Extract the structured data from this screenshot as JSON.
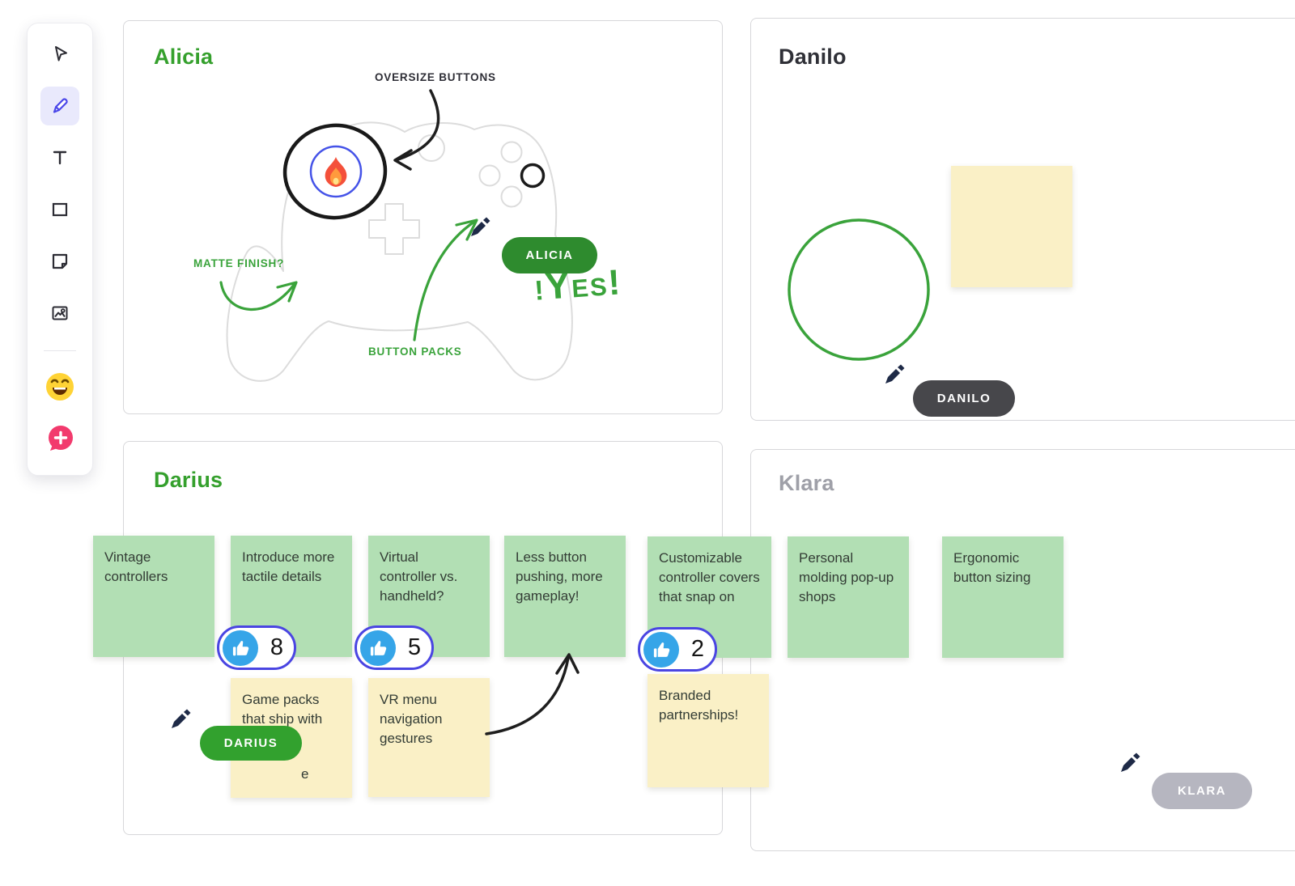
{
  "toolbar": {
    "tools": [
      {
        "name": "select",
        "label": "Select tool"
      },
      {
        "name": "pen",
        "label": "Pen tool",
        "active": true
      },
      {
        "name": "text",
        "label": "Text tool"
      },
      {
        "name": "rectangle",
        "label": "Shape tool"
      },
      {
        "name": "sticky-note",
        "label": "Sticky note tool"
      },
      {
        "name": "image",
        "label": "Image tool"
      },
      {
        "name": "emoji",
        "label": "Emoji reaction tool"
      },
      {
        "name": "comment",
        "label": "Add comment tool"
      }
    ]
  },
  "frames": {
    "alicia": {
      "title": "Alicia",
      "cursor_badge": "ALICIA",
      "annotations": {
        "oversize": "OVERSIZE BUTTONS",
        "matte": "MATTE FINISH?",
        "button_packs": "BUTTON PACKS"
      },
      "yes_parts": {
        "p1": "!",
        "p2": "Y",
        "p3": "ES",
        "p4": "!"
      }
    },
    "danilo": {
      "title": "Danilo",
      "cursor_badge": "DANILO"
    },
    "darius": {
      "title": "Darius",
      "cursor_badge": "DARIUS",
      "green_notes": [
        {
          "text": "Vintage controllers"
        },
        {
          "text": "Introduce more tactile details",
          "votes": "8"
        },
        {
          "text": "Virtual controller vs. handheld?",
          "votes": "5"
        },
        {
          "text": "Less button pushing, more gameplay!"
        },
        {
          "text": "Customizable controller covers that snap on",
          "votes": "2"
        }
      ],
      "yellow_notes": [
        {
          "text": "Game packs that ship with",
          "partial": "e"
        },
        {
          "text": "VR menu navigation gestures"
        },
        {
          "text": "Branded partnerships!"
        }
      ]
    },
    "klara": {
      "title": "Klara",
      "cursor_badge": "KLARA",
      "green_notes": [
        {
          "text": "Personal molding pop-up shops"
        },
        {
          "text": "Ergonomic button sizing"
        }
      ]
    }
  },
  "colors": {
    "title_green": "#35a02d",
    "annotation_green": "#3aa33b",
    "badge_alicia": "#2e8b2e",
    "badge_darius": "#32a12e",
    "badge_danilo": "#47474b",
    "badge_klara": "#b6b6c0",
    "note_green": "#b2dfb4",
    "note_yellow": "#faf0c6",
    "vote_border": "#4a45e2",
    "vote_blue": "#36a5e8",
    "pen_accent": "#4b47e9",
    "comment_pink": "#f23a6d",
    "ink_black": "#1e1e1e",
    "pencil_navy": "#1e2a47",
    "sketch_gray": "#dcdcdc"
  }
}
